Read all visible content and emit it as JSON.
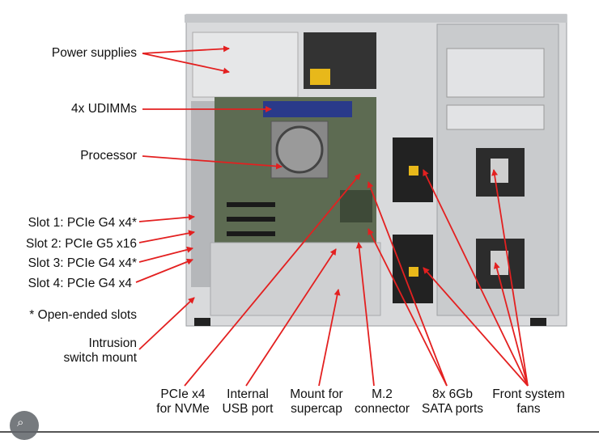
{
  "left_labels": {
    "power_supplies": "Power supplies",
    "udimms": "4x UDIMMs",
    "processor": "Processor",
    "slot1": "Slot 1: PCIe G4 x4*",
    "slot2": "Slot 2: PCIe G5 x16",
    "slot3": "Slot 3: PCIe G4 x4*",
    "slot4": "Slot 4: PCIe G4 x4",
    "open_ended": "* Open-ended slots",
    "intrusion_1": "Intrusion",
    "intrusion_2": "switch mount"
  },
  "bottom_labels": {
    "pcie_1": "PCIe x4",
    "pcie_2": "for NVMe",
    "usb_1": "Internal",
    "usb_2": "USB port",
    "supercap_1": "Mount for",
    "supercap_2": "supercap",
    "m2_1": "M.2",
    "m2_2": "connector",
    "sata_1": "8x 6Gb",
    "sata_2": "SATA ports",
    "fans_1": "Front system",
    "fans_2": "fans"
  },
  "colors": {
    "arrow": "#e32020",
    "chassis": "#d9dadc",
    "board": "#5d6b52"
  },
  "icons": {
    "lens": "google-lens-icon"
  }
}
